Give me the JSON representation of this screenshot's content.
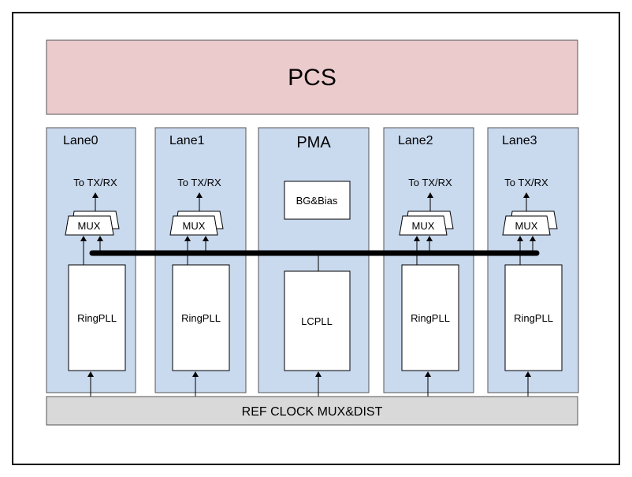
{
  "pcs": {
    "label": "PCS"
  },
  "pma": {
    "title": "PMA",
    "bg_bias": "BG&Bias",
    "pll": "LCPLL"
  },
  "lanes": [
    {
      "title": "Lane0",
      "to_label": "To TX/RX",
      "mux": "MUX",
      "pll": "RingPLL"
    },
    {
      "title": "Lane1",
      "to_label": "To TX/RX",
      "mux": "MUX",
      "pll": "RingPLL"
    },
    {
      "title": "Lane2",
      "to_label": "To TX/RX",
      "mux": "MUX",
      "pll": "RingPLL"
    },
    {
      "title": "Lane3",
      "to_label": "To TX/RX",
      "mux": "MUX",
      "pll": "RingPLL"
    }
  ],
  "ref_clock": {
    "label": "REF CLOCK MUX&DIST"
  },
  "colors": {
    "pcs_fill": "#eccbcd",
    "block_fill": "#c9d9ee",
    "ref_fill": "#d9d9d9",
    "bus": "#000000"
  }
}
